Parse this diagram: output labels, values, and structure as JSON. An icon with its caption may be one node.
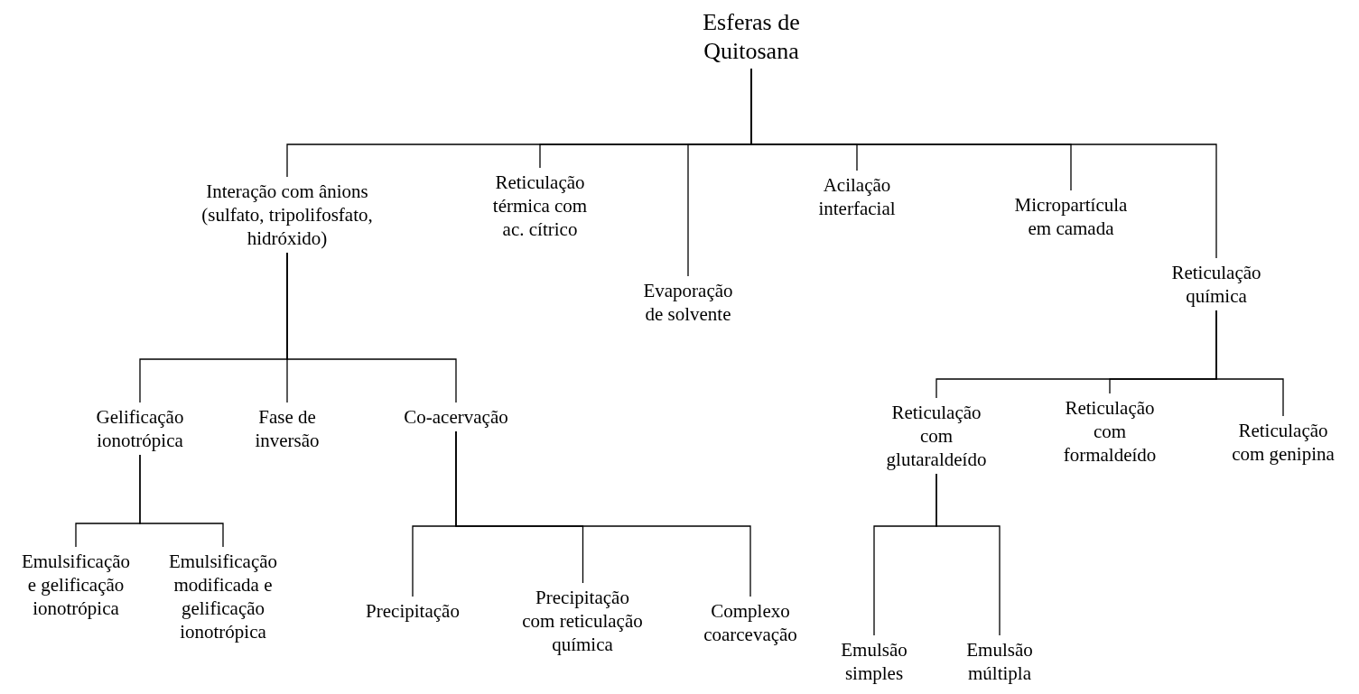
{
  "diagram": {
    "nodes": [
      {
        "text": [
          "Esferas de Quitosana"
        ]
      },
      {
        "text": [
          "Interação com ânions (sulfato, tripolifosfato, hidróxido)"
        ]
      },
      {
        "text": [
          "Reticulação térmica com ac. cítrico"
        ]
      },
      {
        "text": [
          "Evaporação de solvente"
        ]
      },
      {
        "text": [
          "Acilação interfacial"
        ]
      },
      {
        "text": [
          "Micropartícula em camada"
        ]
      },
      {
        "text": [
          "Reticulação química"
        ]
      },
      {
        "text": [
          "Gelificação ionotrópica"
        ]
      },
      {
        "text": [
          "Fase de inversão"
        ]
      },
      {
        "text": [
          "Co-acervação"
        ]
      },
      {
        "text": [
          "Emulsificação e gelificação ionotrópica"
        ]
      },
      {
        "text": [
          "Emulsificação modificada e gelificação ionotrópica"
        ]
      },
      {
        "text": [
          "Precipitação"
        ]
      },
      {
        "text": [
          "Precipitação com reticulação química"
        ]
      },
      {
        "text": [
          "Complexo coarcevação"
        ]
      },
      {
        "text": [
          "Reticulação com glutaraldeído"
        ]
      },
      {
        "text": [
          "Reticulação com formaldeído"
        ]
      },
      {
        "text": [
          "Reticulação com genipina"
        ]
      },
      {
        "text": [
          "Emulsão simples"
        ]
      },
      {
        "text": [
          "Emulsão múltipla"
        ]
      }
    ],
    "edges": [
      {
        "from": 0,
        "to": 1,
        "arrow": "none"
      },
      {
        "from": 0,
        "to": 2,
        "arrow": "none"
      },
      {
        "from": 0,
        "to": 3,
        "arrow": "none"
      },
      {
        "from": 0,
        "to": 4,
        "arrow": "none"
      },
      {
        "from": 0,
        "to": 5,
        "arrow": "none"
      },
      {
        "from": 0,
        "to": 6,
        "arrow": "none"
      },
      {
        "from": 1,
        "to": 7,
        "arrow": "none"
      },
      {
        "from": 1,
        "to": 8,
        "arrow": "none"
      },
      {
        "from": 1,
        "to": 9,
        "arrow": "none"
      },
      {
        "from": 7,
        "to": 10,
        "arrow": "none"
      },
      {
        "from": 7,
        "to": 11,
        "arrow": "none"
      },
      {
        "from": 9,
        "to": 12,
        "arrow": "none"
      },
      {
        "from": 9,
        "to": 13,
        "arrow": "none"
      },
      {
        "from": 9,
        "to": 14,
        "arrow": "none"
      },
      {
        "from": 6,
        "to": 15,
        "arrow": "none"
      },
      {
        "from": 6,
        "to": 16,
        "arrow": "none"
      },
      {
        "from": 6,
        "to": 17,
        "arrow": "none"
      },
      {
        "from": 15,
        "to": 18,
        "arrow": "none"
      },
      {
        "from": 15,
        "to": 19,
        "arrow": "none"
      }
    ]
  }
}
